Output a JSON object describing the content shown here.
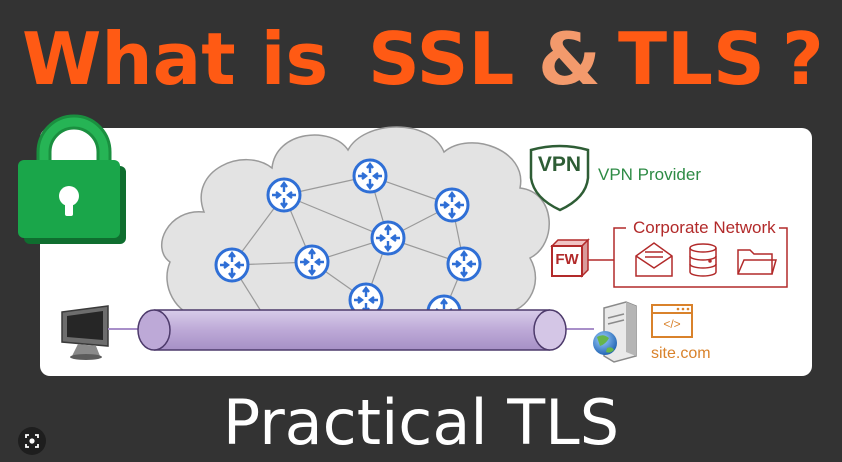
{
  "title": {
    "what_is": "What is",
    "ssl": "SSL",
    "amp": "&",
    "tls": "TLS",
    "question": "?"
  },
  "subtitle": "Practical TLS",
  "diagram": {
    "vpn_badge": "VPN",
    "vpn_label": "VPN Provider",
    "corp_label": "Corporate Network",
    "fw_label": "FW",
    "code_glyph": "</>",
    "site_label": "site.com"
  },
  "icons": [
    "padlock-icon",
    "router-icon",
    "vpn-shield-icon",
    "firewall-icon",
    "email-icon",
    "database-icon",
    "folder-icon",
    "computer-monitor-icon",
    "server-icon",
    "globe-icon",
    "code-window-icon",
    "lens-icon"
  ],
  "colors": {
    "background": "#333333",
    "title_orange": "#ff5a14",
    "ampersand": "#f39a6c",
    "lock_green": "#1aa64a",
    "router_blue": "#2f6fd6",
    "tunnel_purple": "#c4b3dc",
    "vpn_green": "#2e8b45",
    "corp_red": "#b22a2a",
    "site_orange": "#d9822b"
  }
}
